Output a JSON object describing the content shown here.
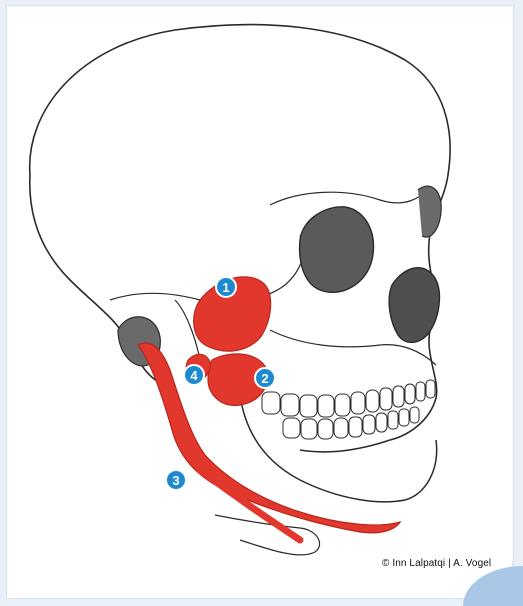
{
  "markers": [
    {
      "label": "1"
    },
    {
      "label": "2"
    },
    {
      "label": "3"
    },
    {
      "label": "4"
    }
  ],
  "copyright": "© Inn Lalpatqi | A. Vogel",
  "colors": {
    "muscle": "#e2372c",
    "muscle_dark": "#b52720",
    "marker": "#1d8ad0",
    "outline": "#2b2b2b",
    "background": "#e9f0f7",
    "corner": "#a9c7e6"
  }
}
